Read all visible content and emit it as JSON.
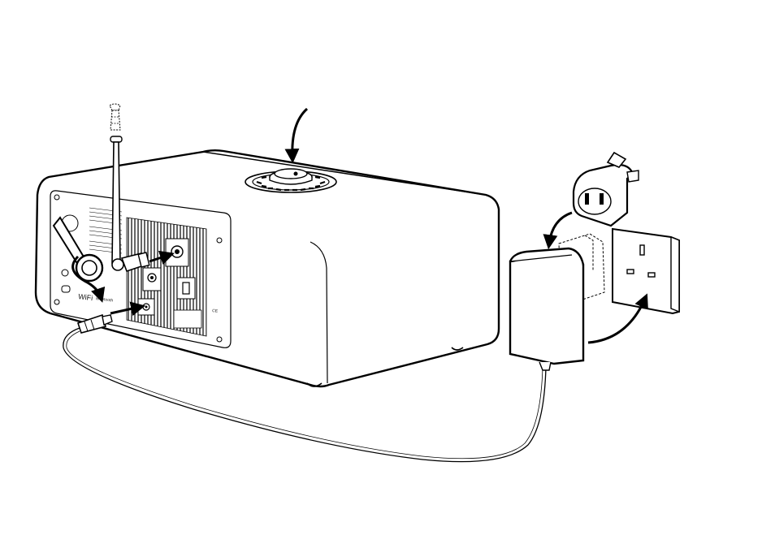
{
  "illustration": {
    "subject": "radio-setup-connection-diagram",
    "line_color": "#000000",
    "background_color": "#ffffff",
    "panel_labels": {
      "wifi": "WiFi",
      "bluetooth": "Bluetooth",
      "ce_mark": "CE"
    },
    "icons": [
      "telescopic-antenna-icon",
      "control-knob-icon",
      "power-adapter-icon",
      "plug-head-icon",
      "wall-socket-icon",
      "arrow-icon"
    ]
  }
}
